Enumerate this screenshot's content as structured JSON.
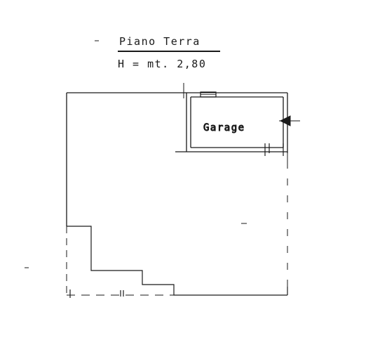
{
  "title": {
    "floor_name": "Piano Terra",
    "height_note": "H = mt. 2,80"
  },
  "rooms": [
    {
      "label": "Garage"
    }
  ],
  "colors": {
    "ink": "#1a1a1a",
    "background": "#ffffff"
  }
}
